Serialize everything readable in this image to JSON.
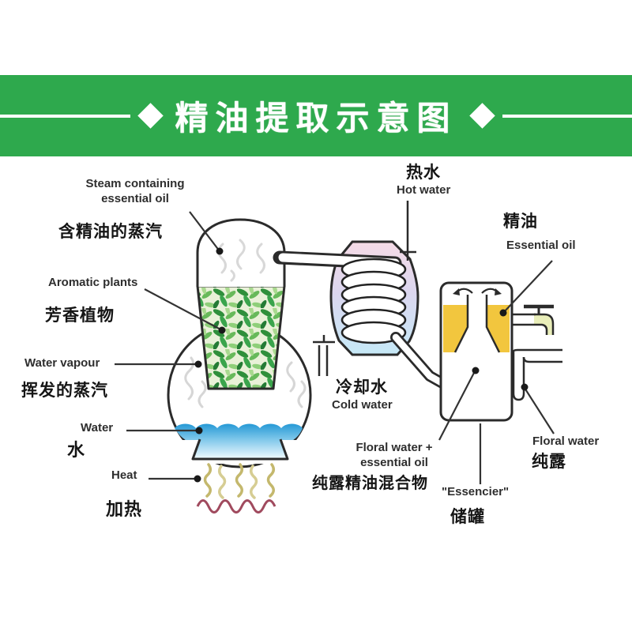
{
  "title_band": {
    "title": "精油提取示意图",
    "left_icon": "diamond-icon",
    "right_icon": "diamond-icon",
    "band_color": "#2ea94d"
  },
  "colors": {
    "band_green": "#2ea94d",
    "water_blue": "#2599d6",
    "oil_yellow": "#f2c63e",
    "plant_green": "#3aa44c",
    "condenser_pink": "#f5dbe6",
    "condenser_blue": "#c6e9f7",
    "flame_yellow": "#c4b86d",
    "heat_red": "#a04a5e",
    "outline": "#2b2b2b"
  },
  "labels": {
    "steam": {
      "en": "Steam containing essential oil",
      "zh": "含精油的蒸汽"
    },
    "aromatic_plants": {
      "en": "Aromatic plants",
      "zh": "芳香植物"
    },
    "water_vapour": {
      "en": "Water vapour",
      "zh": "挥发的蒸汽"
    },
    "water": {
      "en": "Water",
      "zh": "水"
    },
    "heat": {
      "en": "Heat",
      "zh": "加热"
    },
    "hot_water": {
      "zh": "热水",
      "en": "Hot water"
    },
    "essential_oil": {
      "zh": "精油",
      "en": "Essential oil"
    },
    "cold_water": {
      "zh": "冷却水",
      "en": "Cold water"
    },
    "floral_water_mix": {
      "en_line1": "Floral water +",
      "en_line2": "essential oil",
      "zh": "纯露精油混合物"
    },
    "essencier": {
      "en": "\"Essencier\"",
      "zh": "储罐"
    },
    "floral_water": {
      "en": "Floral water",
      "zh": "纯露"
    }
  }
}
